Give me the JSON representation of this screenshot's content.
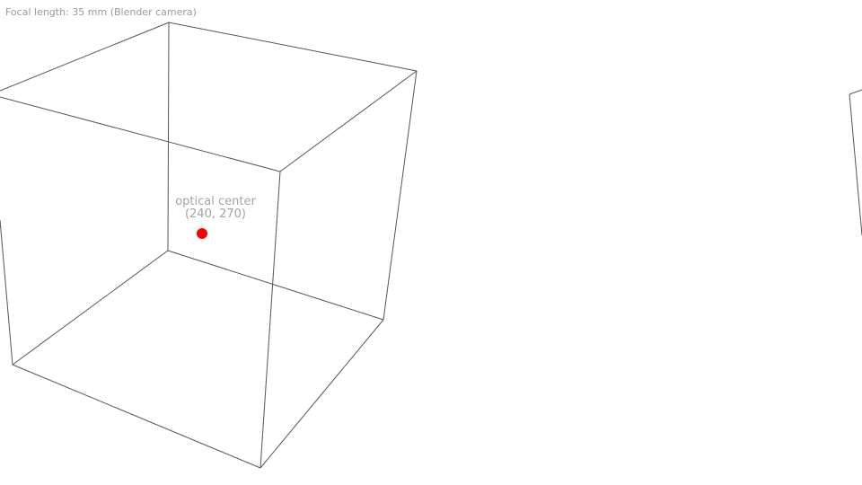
{
  "caption": "Focal length: 35 mm (Blender camera)",
  "optical_center": {
    "label": "optical center",
    "coords": "(240, 270)",
    "color": "#ff0000"
  },
  "edge_color": "#555555"
}
